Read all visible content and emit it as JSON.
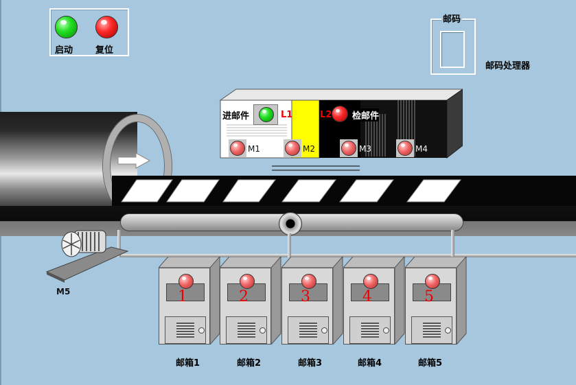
{
  "controls": {
    "start_label": "启动",
    "reset_label": "复位"
  },
  "postcode": {
    "frame_title": "邮码",
    "processor_label": "邮码处理器"
  },
  "machine": {
    "in_label": "进邮件",
    "check_label": "检邮件",
    "l1_label": "L1",
    "l2_label": "L2",
    "m1_label": "M1",
    "m2_label": "M2",
    "m3_label": "M3",
    "m4_label": "M4"
  },
  "motor": {
    "m5_label": "M5"
  },
  "mailboxes": [
    {
      "number": "1",
      "label": "邮箱1"
    },
    {
      "number": "2",
      "label": "邮箱2"
    },
    {
      "number": "3",
      "label": "邮箱3"
    },
    {
      "number": "4",
      "label": "邮箱4"
    },
    {
      "number": "5",
      "label": "邮箱5"
    }
  ],
  "colors": {
    "background": "#a6c7dd",
    "lamp_green": "#22e022",
    "lamp_red": "#ff2a2a",
    "number_red": "#e00000",
    "sensor_yellow": "#ffff00"
  },
  "icons": {
    "direction": "arrow-right-icon",
    "motor": "fan-motor-icon"
  }
}
